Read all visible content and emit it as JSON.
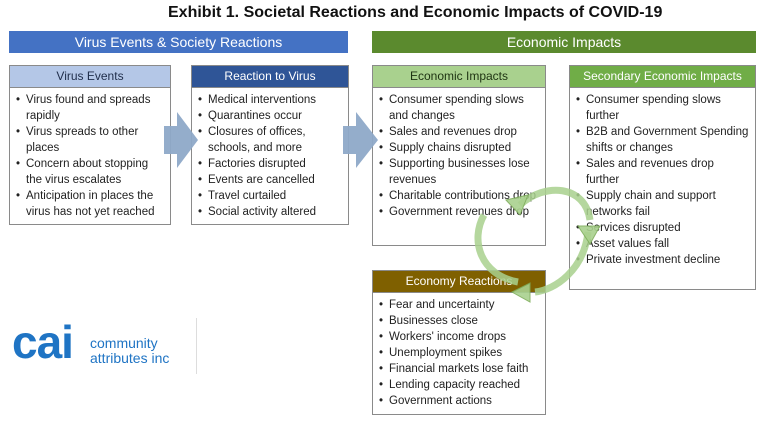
{
  "title": "Exhibit 1. Societal Reactions and Economic Impacts of COVID-19",
  "banners": {
    "left": "Virus Events & Society Reactions",
    "right": "Economic Impacts"
  },
  "virus_events": {
    "heading": "Virus Events",
    "items": [
      "Virus found and spreads rapidly",
      "Virus spreads to other places",
      "Concern about stopping the virus escalates",
      "Anticipation in places the virus has not yet reached"
    ]
  },
  "reaction_to_virus": {
    "heading": "Reaction to Virus",
    "items": [
      "Medical interventions",
      "Quarantines occur",
      "Closures of offices, schools, and more",
      "Factories disrupted",
      "Events are cancelled",
      "Travel curtailed",
      "Social activity altered"
    ]
  },
  "economic_impacts": {
    "heading": "Economic Impacts",
    "items": [
      "Consumer spending slows and changes",
      "Sales and revenues drop",
      "Supply chains disrupted",
      "Supporting businesses lose revenues",
      "Charitable contributions drop",
      "Government revenues drop"
    ]
  },
  "secondary_impacts": {
    "heading": "Secondary Economic Impacts",
    "items": [
      "Consumer spending slows further",
      "B2B and Government Spending shifts or changes",
      "Sales and revenues drop further",
      "Supply chain and support networks fail",
      "Services disrupted",
      "Asset values fall",
      "Private investment decline"
    ]
  },
  "economy_reactions": {
    "heading": "Economy Reactions",
    "items": [
      "Fear and uncertainty",
      "Businesses close",
      "Workers' income drops",
      "Unemployment spikes",
      "Financial markets lose faith",
      "Lending capacity reached",
      "Government actions"
    ]
  },
  "logo": {
    "mark": "cai",
    "line1": "community",
    "line2": "attributes inc"
  },
  "colors": {
    "blue_banner": "#4472c4",
    "green_banner": "#5b8a2e",
    "arrow_blue": "#8ea9c8",
    "cycle_green": "#a9d18e",
    "logo_blue": "#1f74c4"
  }
}
